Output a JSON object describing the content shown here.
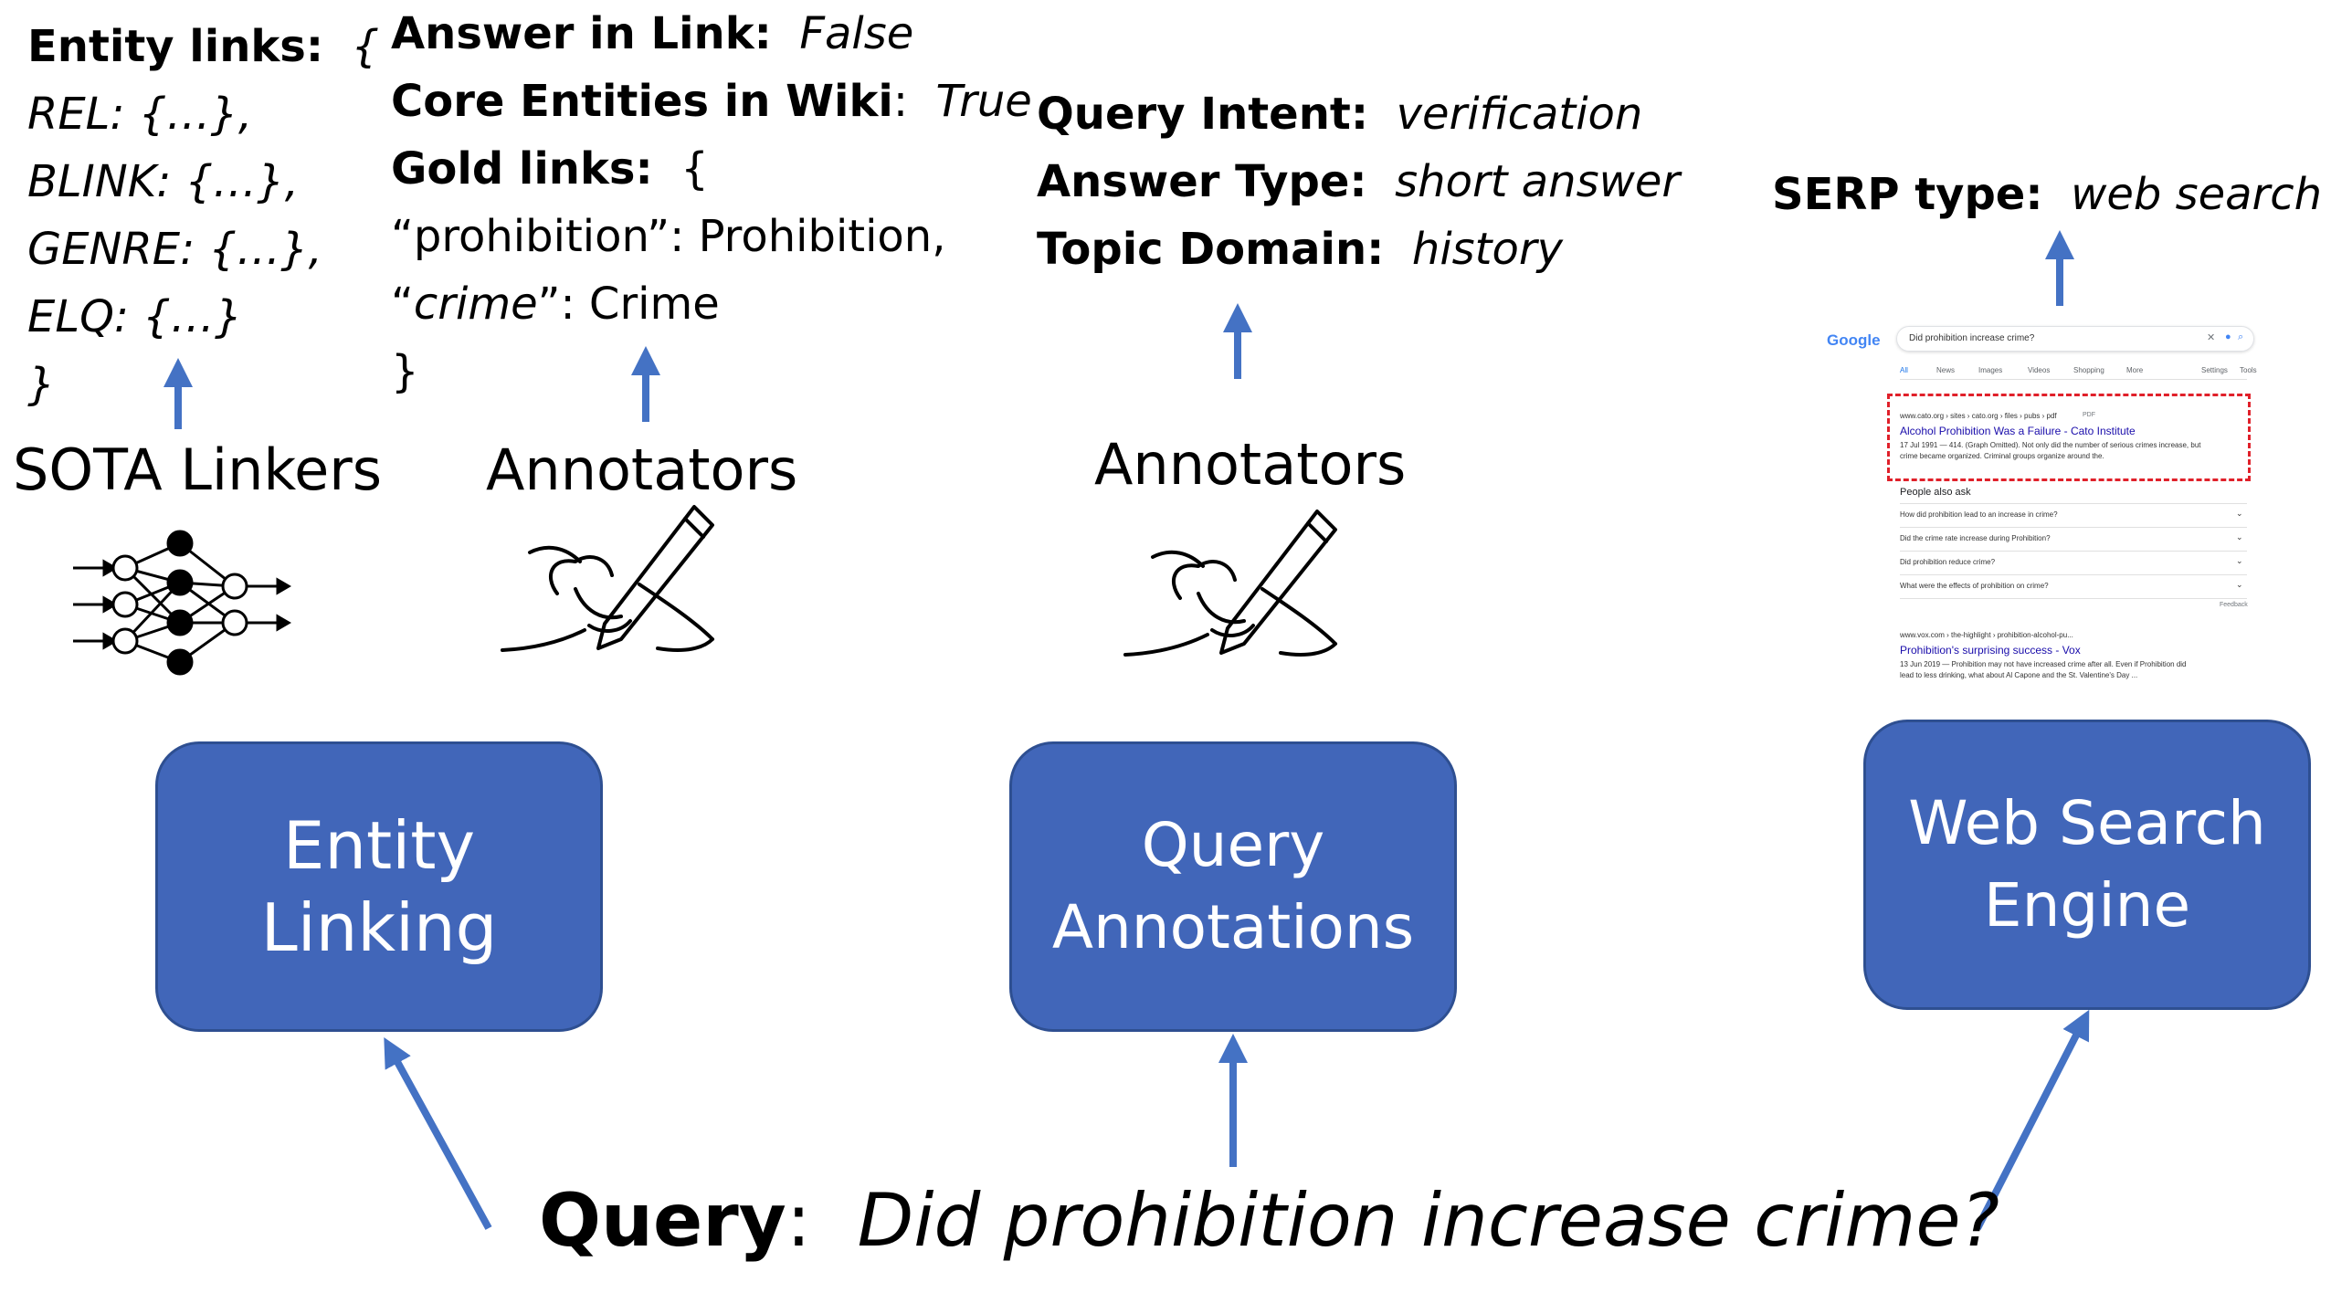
{
  "entity_linking": {
    "title_label": "Entity links:",
    "open_brace": "{",
    "linkers": [
      "REL: {…},",
      "BLINK: {…},",
      "GENRE: {…},",
      "ELQ: {…}"
    ],
    "close_brace": "}",
    "source_label": "SOTA Linkers",
    "box_line1": "Entity",
    "box_line2": "Linking"
  },
  "gold_annotations": {
    "answer_label": "Answer in Link:",
    "answer_value": "False",
    "core_label": "Core Entities in Wiki",
    "core_colon": ":",
    "core_value": "True",
    "gold_label": "Gold links:",
    "open_brace": "{",
    "link1_mention": "“prohibition”: Prohibition,",
    "link2_quote_open": "“",
    "link2_mention": "crime",
    "link2_rest": "”: Crime",
    "close_brace": "}",
    "source_label": "Annotators"
  },
  "query_annotations": {
    "intent_label": "Query Intent:",
    "intent_value": "verification",
    "answer_type_label": "Answer Type:",
    "answer_type_value": "short answer",
    "domain_label": "Topic Domain:",
    "domain_value": "history",
    "source_label": "Annotators",
    "box_line1": "Query",
    "box_line2": "Annotations"
  },
  "web_search": {
    "serp_label": "SERP type:",
    "serp_value": "web search",
    "box_line1": "Web Search",
    "box_line2": "Engine",
    "serp_screenshot": {
      "logo": "Google",
      "search_text": "Did prohibition increase crime?",
      "tabs": [
        "All",
        "News",
        "Images",
        "Videos",
        "Shopping",
        "More"
      ],
      "tools": [
        "Settings",
        "Tools"
      ],
      "result1_url": "www.cato.org › sites › cato.org › files › pubs › pdf",
      "result1_tag": "PDF",
      "result1_title": "Alcohol Prohibition Was a Failure - Cato Institute",
      "result1_snippet1": "17 Jul 1991 — 414. (Graph Omitted). Not only did the number of serious crimes increase, but",
      "result1_snippet2": "crime became organized. Criminal groups organize around the.",
      "paa_title": "People also ask",
      "paa_questions": [
        "How did prohibition lead to an increase in crime?",
        "Did the crime rate increase during Prohibition?",
        "Did prohibition reduce crime?",
        "What were the effects of prohibition on crime?"
      ],
      "feedback": "Feedback",
      "result2_url": "www.vox.com › the-highlight › prohibition-alcohol-pu...",
      "result2_title": "Prohibition's surprising success - Vox",
      "result2_snippet1": "13 Jun 2019 — Prohibition may not have increased crime after all. Even if Prohibition did",
      "result2_snippet2": "lead to less drinking, what about Al Capone and the St. Valentine's Day ..."
    }
  },
  "query": {
    "label": "Query",
    "colon": ":",
    "text": "Did prohibition increase crime?"
  },
  "colors": {
    "box_fill": "#4166b9",
    "box_border": "#2e4f91",
    "arrow": "#4472c4",
    "highlight": "#e0202a",
    "link": "#1a0dab"
  }
}
